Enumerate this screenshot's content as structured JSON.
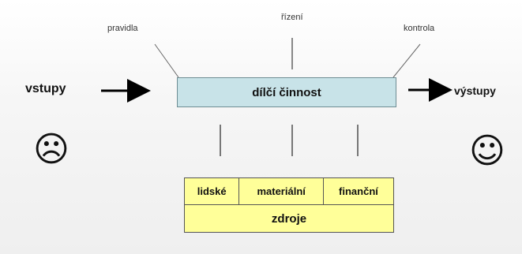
{
  "diagram": {
    "controls": {
      "left": "pravidla",
      "center": "řízení",
      "right": "kontrola"
    },
    "input_label": "vstupy",
    "output_label": "výstupy",
    "activity_label": "dílčí činnost",
    "resources": {
      "cells": [
        "lidské",
        "materiální",
        "finanční"
      ],
      "footer": "zdroje"
    },
    "faces": {
      "left": "☹",
      "right": "☺"
    }
  }
}
